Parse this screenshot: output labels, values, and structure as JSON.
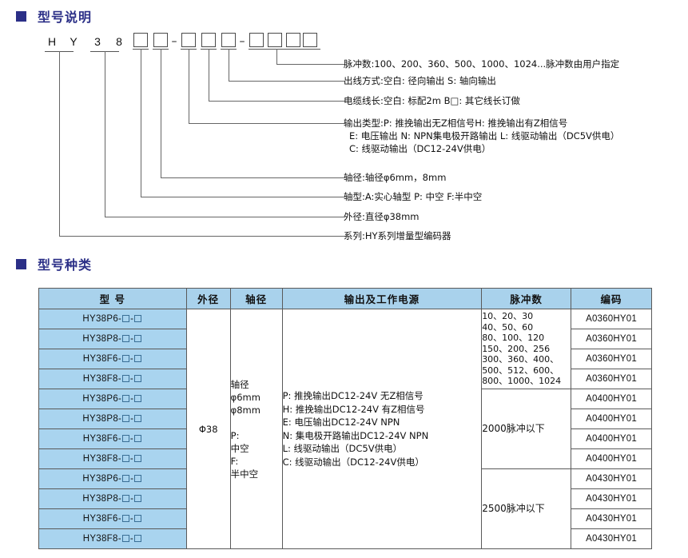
{
  "sections": {
    "model_description": {
      "title": "型号说明",
      "bullet_color": "#2b2f87"
    },
    "model_types": {
      "title": "型号种类",
      "bullet_color": "#2b2f87"
    }
  },
  "code_diagram": {
    "chars": [
      "H",
      "Y",
      "3",
      "8"
    ],
    "dash": "–",
    "notes": [
      {
        "key": "pulse",
        "text": "脉冲数:100、200、360、500、1000、1024...脉冲数由用户指定"
      },
      {
        "key": "outlet",
        "text": "出线方式:空白: 径向输出    S: 轴向输出"
      },
      {
        "key": "cable",
        "text": "电缆线长:空白: 标配2m    B□: 其它线长订做"
      },
      {
        "key": "outtype1",
        "text": "输出类型:P: 推挽输出无Z相信号H: 推挽输出有Z相信号"
      },
      {
        "key": "outtype2",
        "text": "E: 电压输出 N: NPN集电极开路输出 L: 线驱动输出（DC5V供电）"
      },
      {
        "key": "outtype3",
        "text": "C: 线驱动输出（DC12-24V供电）"
      },
      {
        "key": "shaftdia",
        "text": "轴径:轴径φ6mm，8mm"
      },
      {
        "key": "shafttype",
        "text": "轴型:A:实心轴型 P: 中空 F:半中空"
      },
      {
        "key": "outerdia",
        "text": "外径:直径φ38mm"
      },
      {
        "key": "series",
        "text": "系列:HY系列增量型编码器"
      }
    ]
  },
  "table": {
    "headers": [
      "型 号",
      "外径",
      "轴径",
      "输出及工作电源",
      "脉冲数",
      "编码"
    ],
    "outer_diameter": "Φ38",
    "shaft_lines": [
      "轴径",
      "φ6mm",
      "φ8mm",
      "",
      "P:",
      "中空",
      "F:",
      "半中空"
    ],
    "output_lines": [
      "P: 推挽输出DC12-24V   无Z相信号",
      "H: 推挽输出DC12-24V   有Z相信号",
      "E: 电压输出DC12-24V   NPN",
      "N: 集电极开路输出DC12-24V   NPN",
      "L: 线驱动输出（DC5V供电）",
      "C: 线驱动输出（DC12-24V供电）"
    ],
    "models": [
      "HY38P6-",
      "HY38P8-",
      "HY38F6-",
      "HY38F8-",
      "HY38P6-",
      "HY38P8-",
      "HY38F6-",
      "HY38F8-",
      "HY38P6-",
      "HY38P8-",
      "HY38F6-",
      "HY38F8-"
    ],
    "pulse_groups": [
      {
        "lines": [
          "10、20、30",
          "40、50、60",
          "80、100、120",
          "150、200、256",
          "300、360、400、",
          "500、512、600、",
          "800、1000、1024"
        ],
        "rows": 4
      },
      {
        "lines": [
          "2000脉冲以下"
        ],
        "rows": 4
      },
      {
        "lines": [
          "2500脉冲以下"
        ],
        "rows": 4
      }
    ],
    "codes": [
      "A0360HY01",
      "A0360HY01",
      "A0360HY01",
      "A0360HY01",
      "A0400HY01",
      "A0400HY01",
      "A0400HY01",
      "A0400HY01",
      "A0430HY01",
      "A0430HY01",
      "A0430HY01",
      "A0430HY01"
    ]
  }
}
